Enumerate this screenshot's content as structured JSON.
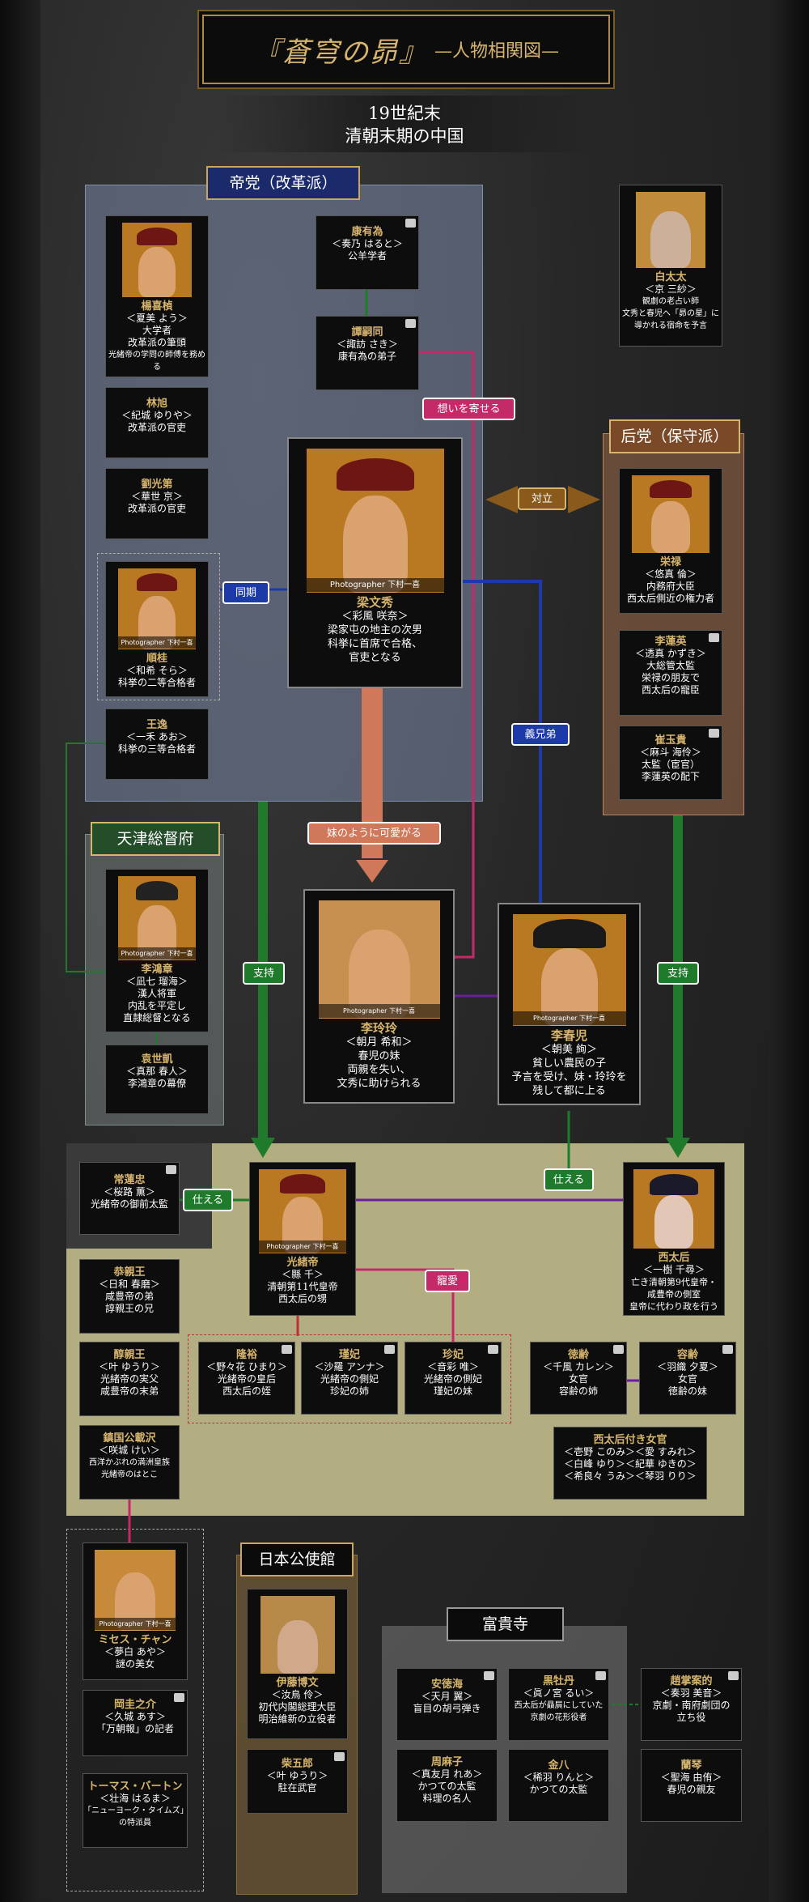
{
  "header": {
    "title": "『蒼穹の昴』",
    "subtitle": "—人物相関図—"
  },
  "era": {
    "line1": "19世紀末",
    "line2": "清朝末期の中国"
  },
  "credit": "Photographer 下村一喜",
  "factions": {
    "reform": "帝党（改革派）",
    "conservative": "后党（保守派）",
    "tianjin": "天津総督府",
    "japan": "日本公使館",
    "fuguisi": "富貴寺"
  },
  "relations": {
    "omoi": "想いを寄せる",
    "tairitsu": "対立",
    "douki": "同期",
    "gikyoudai": "義兄弟",
    "imouto": "妹のように可愛がる",
    "shiji_left": "支持",
    "shiji_right": "支持",
    "tsukaeru_left": "仕える",
    "tsukaeru_right": "仕える",
    "chouai": "寵愛"
  },
  "people": {
    "yang": {
      "name": "楊喜楨",
      "cast": "＜夏美 よう＞",
      "desc1": "大学者",
      "desc2": "改革派の筆頭",
      "desc3": "光緒帝の学問の師傅を務める"
    },
    "kang": {
      "name": "康有為",
      "cast": "＜奏乃 はると＞",
      "desc1": "公羊学者"
    },
    "tan": {
      "name": "譚嗣同",
      "cast": "＜諏訪 さき＞",
      "desc1": "康有為の弟子"
    },
    "lin": {
      "name": "林旭",
      "cast": "＜紀城 ゆりや＞",
      "desc1": "改革派の官吏"
    },
    "liu": {
      "name": "劉光第",
      "cast": "＜華世 京＞",
      "desc1": "改革派の官吏"
    },
    "shungui": {
      "name": "順桂",
      "cast": "＜和希 そら＞",
      "desc1": "科挙の二等合格者"
    },
    "wangyi": {
      "name": "王逸",
      "cast": "＜一禾 あお＞",
      "desc1": "科挙の三等合格者"
    },
    "liang": {
      "name": "梁文秀",
      "cast": "＜彩風 咲奈＞",
      "desc1": "梁家屯の地主の次男",
      "desc2": "科挙に首席で合格、",
      "desc3": "官吏となる"
    },
    "bai": {
      "name": "白太太",
      "cast": "＜京 三紗＞",
      "desc1": "観劇の老占い師",
      "desc2": "文秀と春児へ「昴の星」に",
      "desc3": "導かれる宿命を予言"
    },
    "ronglu": {
      "name": "栄禄",
      "cast": "＜悠真 倫＞",
      "desc1": "内務府大臣",
      "desc2": "西太后側近の権力者"
    },
    "lilianying": {
      "name": "李蓮英",
      "cast": "＜透真 かずき＞",
      "desc1": "大総管太監",
      "desc2": "栄禄の朋友で",
      "desc3": "西太后の寵臣"
    },
    "cui": {
      "name": "崔玉貴",
      "cast": "＜麻斗 海伶＞",
      "desc1": "太監（宦官）",
      "desc2": "李蓮英の配下"
    },
    "lihongzhang": {
      "name": "李鴻章",
      "cast": "＜凪七 瑠海＞",
      "desc1": "漢人将軍",
      "desc2": "内乱を平定し",
      "desc3": "直隷総督となる"
    },
    "yuan": {
      "name": "袁世凱",
      "cast": "＜真那 春人＞",
      "desc1": "李鴻章の幕僚"
    },
    "lingling": {
      "name": "李玲玲",
      "cast": "＜朝月 希和＞",
      "desc1": "春児の妹",
      "desc2": "両親を失い、",
      "desc3": "文秀に助けられる"
    },
    "chunr": {
      "name": "李春児",
      "cast": "＜朝美 絢＞",
      "desc1": "貧しい農民の子",
      "desc2": "予言を受け、妹・玲玲を",
      "desc3": "残して都に上る"
    },
    "chang": {
      "name": "常蓮忠",
      "cast": "＜桜路 薫＞",
      "desc1": "光緒帝の御前太監"
    },
    "guangxu": {
      "name": "光緒帝",
      "cast": "＜縣 千＞",
      "desc1": "清朝第11代皇帝",
      "desc2": "西太后の甥"
    },
    "cixi": {
      "name": "西太后",
      "cast": "＜一樹 千尋＞",
      "desc1": "亡き清朝第9代皇帝・",
      "desc2": "咸豊帝の側室",
      "desc3": "皇帝に代わり政を行う"
    },
    "gong": {
      "name": "恭親王",
      "cast": "＜日和 春磨＞",
      "desc1": "咸豊帝の弟",
      "desc2": "諄親王の兄"
    },
    "chun": {
      "name": "醇親王",
      "cast": "＜叶 ゆうり＞",
      "desc1": "光緒帝の実父",
      "desc2": "咸豊帝の末弟"
    },
    "longyu": {
      "name": "隆裕",
      "cast": "＜野々花 ひまり＞",
      "desc1": "光緒帝の皇后",
      "desc2": "西太后の姪"
    },
    "jin": {
      "name": "瑾妃",
      "cast": "＜沙羅 アンナ＞",
      "desc1": "光緒帝の側妃",
      "desc2": "珍妃の姉"
    },
    "zhen": {
      "name": "珍妃",
      "cast": "＜音彩 唯＞",
      "desc1": "光緒帝の側妃",
      "desc2": "瑾妃の妹"
    },
    "deling": {
      "name": "徳齢",
      "cast": "＜千風 カレン＞",
      "desc1": "女官",
      "desc2": "容齢の姉"
    },
    "rongling": {
      "name": "容齢",
      "cast": "＜羽織 夕夏＞",
      "desc1": "女官",
      "desc2": "徳齢の妹"
    },
    "zhenguo": {
      "name": "鎮国公載沢",
      "cast": "＜咲城 けい＞",
      "desc1": "西洋かぶれの満洲皇族",
      "desc2": "光緒帝のはとこ"
    },
    "nyokan": {
      "name": "西太后付き女官",
      "l1": "＜壱野 このみ＞＜愛 すみれ＞",
      "l2": "＜白峰 ゆり＞＜紀華 ゆきの＞",
      "l3": "＜希良々 うみ＞＜琴羽 りり＞"
    },
    "chan": {
      "name": "ミセス・チャン",
      "cast": "＜夢白 あや＞",
      "desc1": "謎の美女"
    },
    "oka": {
      "name": "岡圭之介",
      "cast": "＜久城 あす＞",
      "desc1": "「万朝報」の記者"
    },
    "burton": {
      "name": "トーマス・バートン",
      "cast": "＜壮海 はるま＞",
      "desc1": "「ニューヨーク・タイムズ」",
      "desc2": "の特派員"
    },
    "ito": {
      "name": "伊藤博文",
      "cast": "＜汝鳥 伶＞",
      "desc1": "初代内閣総理大臣",
      "desc2": "明治維新の立役者"
    },
    "shiba": {
      "name": "柴五郎",
      "cast": "＜叶 ゆうり＞",
      "desc1": "駐在武官"
    },
    "an": {
      "name": "安徳海",
      "cast": "＜天月 翼＞",
      "desc1": "盲目の胡弓弾き"
    },
    "heimudan": {
      "name": "黒牡丹",
      "cast": "＜眞ノ宮 るい＞",
      "desc1": "西太后が贔屓にしていた",
      "desc2": "京劇の花形役者"
    },
    "zhao": {
      "name": "趙掌案的",
      "cast": "＜奏羽 美音＞",
      "desc1": "京劇・南府劇団の",
      "desc2": "立ち役"
    },
    "zhoumazi": {
      "name": "周麻子",
      "cast": "＜真友月 れあ＞",
      "desc1": "かつての太監",
      "desc2": "料理の名人"
    },
    "jinba": {
      "name": "金八",
      "cast": "＜稀羽 りんと＞",
      "desc1": "かつての太監"
    },
    "lanqin": {
      "name": "蘭琴",
      "cast": "＜聖海 由侑＞",
      "desc1": "春児の親友"
    }
  },
  "colors": {
    "gold": "#d7b56d",
    "reform_panel": "#606c80",
    "conservative_panel": "#8a5a3c",
    "court_panel": "#b3ad82",
    "green": "#1f7a2c",
    "blue": "#1c3aa8",
    "pink": "#c42a68",
    "salmon": "#d0785a",
    "brown_arrow": "#8a5a1c"
  }
}
